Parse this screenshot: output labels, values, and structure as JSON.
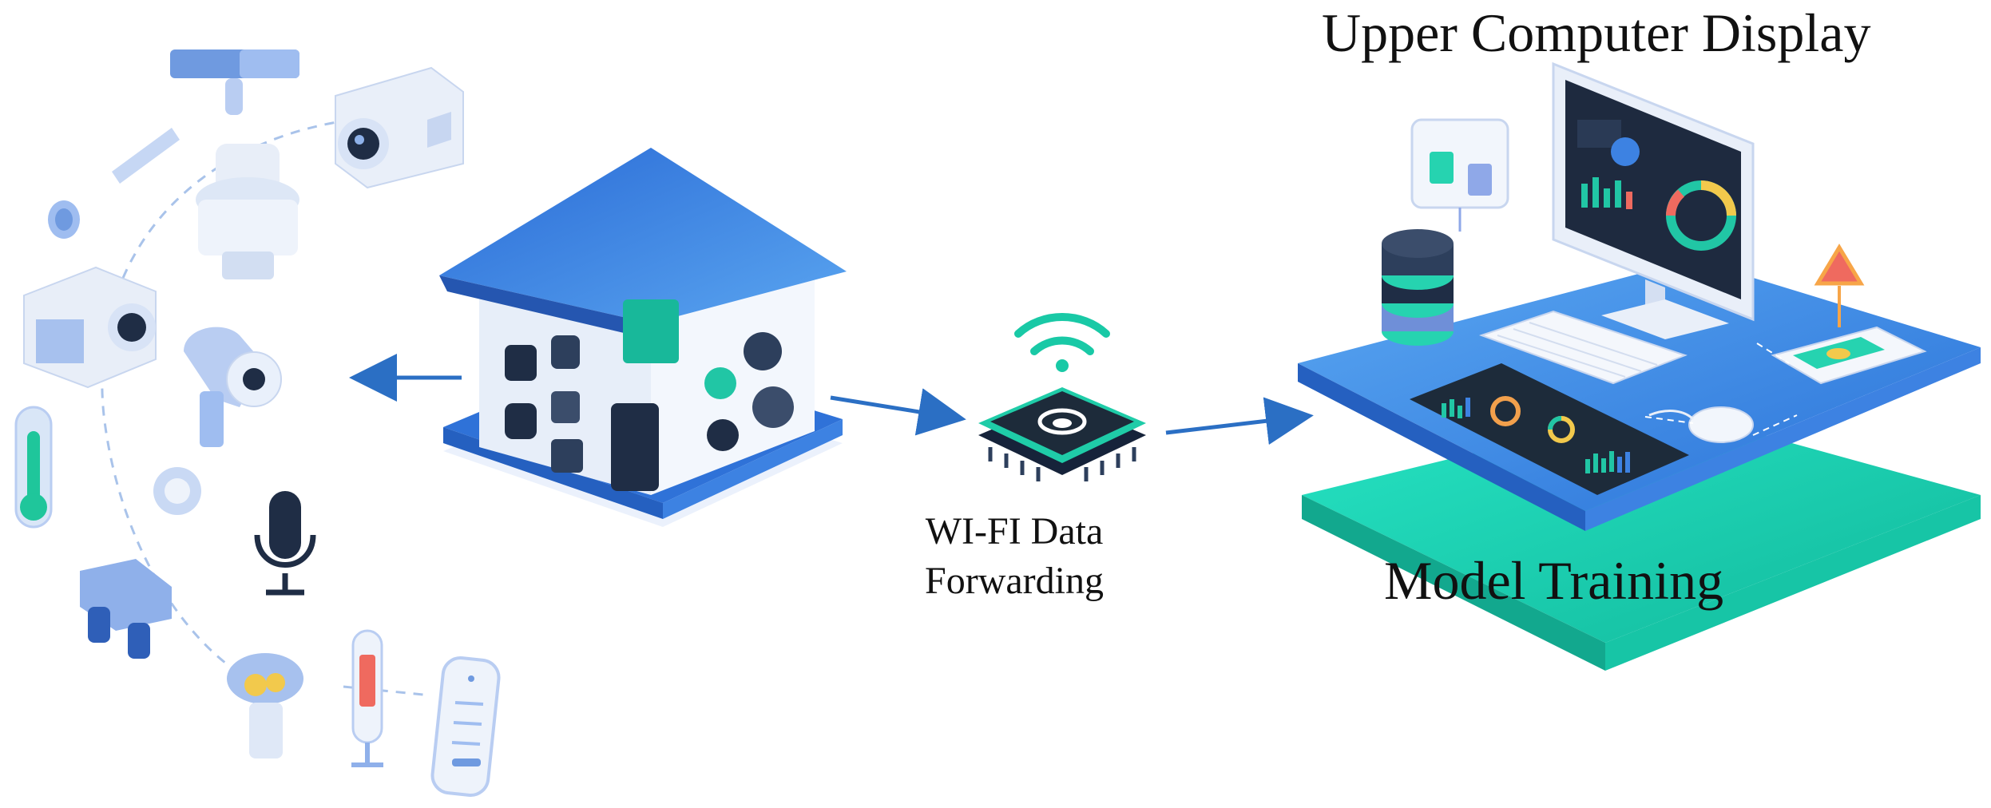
{
  "labels": {
    "upper_display": "Upper Computer Display",
    "model_training": "Model Training",
    "wifi_line1": "WI-FI Data",
    "wifi_line2": "Forwarding"
  },
  "colors": {
    "arrow": "#2b6fc4",
    "house_roof": "#2f72d8",
    "house_body": "#e9effa",
    "platform_blue": "#3a86e0",
    "platform_teal": "#19d3b4",
    "sensor_light_blue": "#b9cdf2",
    "chip_dark": "#1d2b3a",
    "wifi_teal": "#19c9a6"
  },
  "icons": [
    "window-shade-icon",
    "security-camera-icon",
    "ir-sensor-icon",
    "smoke-detector-icon",
    "camera-icon",
    "motion-sensor-icon",
    "thermometer-icon",
    "button-icon",
    "microphone-icon",
    "hub-icon",
    "light-bulb-icon",
    "temperature-gauge-icon",
    "remote-control-icon",
    "smart-house-icon",
    "wifi-chip-icon",
    "wifi-signal-icon",
    "server-stack-icon",
    "monitor-icon",
    "keyboard-icon",
    "mouse-icon",
    "warning-icon",
    "tablet-icon",
    "dashboard-panel-icon"
  ]
}
